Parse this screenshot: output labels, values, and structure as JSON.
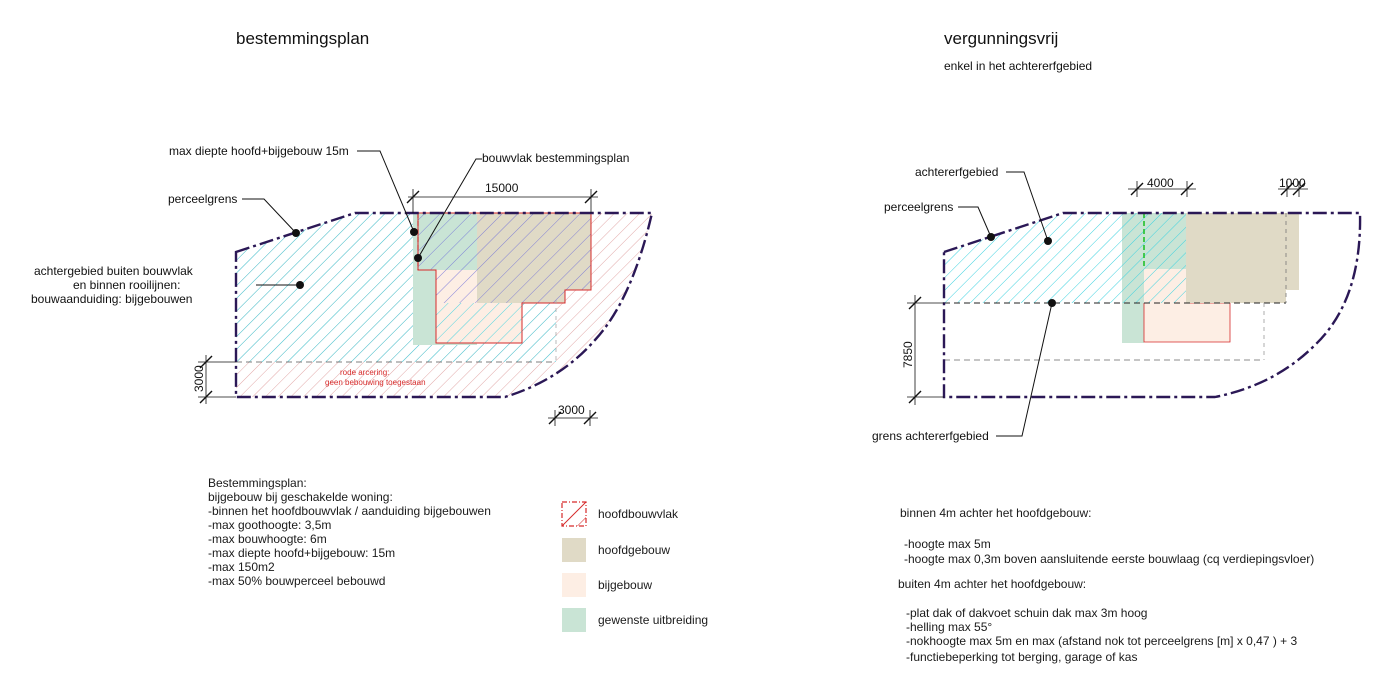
{
  "left": {
    "title": "bestemmingsplan",
    "labels": {
      "max_depth": "max diepte hoofd+bijgebouw 15m",
      "bouwvlak": "bouwvlak bestemmingsplan",
      "perceelgrens": "perceelgrens",
      "achtergebied_1": "achtergebied buiten bouwvlak",
      "achtergebied_2": "en binnen rooilijnen:",
      "achtergebied_3": "bouwaanduiding: bijgebouwen"
    },
    "dimensions": {
      "top": "15000",
      "left": "3000",
      "bottom": "3000"
    },
    "red_note_1": "rode arcering:",
    "red_note_2": "geen bebouwing toegestaan",
    "rules": [
      "Bestemmingsplan:",
      "bijgebouw bij geschakelde woning:",
      "-binnen het hoofdbouwvlak / aanduiding bijgebouwen",
      "-max goothoogte: 3,5m",
      "-max bouwhoogte: 6m",
      "-max diepte hoofd+bijgebouw: 15m",
      "-max 150m2",
      "-max 50% bouwperceel bebouwd"
    ]
  },
  "legend": [
    {
      "label": "hoofdbouwvlak",
      "kind": "outline-hatch",
      "color": "#d62a2a"
    },
    {
      "label": "hoofdgebouw",
      "kind": "fill",
      "color": "#e0dac6"
    },
    {
      "label": "bijgebouw",
      "kind": "fill",
      "color": "#fdeee4"
    },
    {
      "label": "gewenste uitbreiding",
      "kind": "fill",
      "color": "#c9e4d5"
    }
  ],
  "right": {
    "title": "vergunningsvrij",
    "subtitle": "enkel in het achtererfgebied",
    "labels": {
      "achtererfgebied": "achtererfgebied",
      "perceelgrens": "perceelgrens",
      "grens": "grens achtererfgebied"
    },
    "dimensions": {
      "a": "4000",
      "b": "1000",
      "c": "7850"
    },
    "within_heading": "binnen 4m achter het hoofdgebouw:",
    "within": [
      "-hoogte max 5m",
      "-hoogte max 0,3m boven aansluitende eerste bouwlaag (cq verdiepingsvloer)"
    ],
    "outside_heading": "buiten 4m achter het hoofdgebouw:",
    "outside": [
      "-plat dak of dakvoet schuin dak max 3m hoog",
      "-helling max 55°",
      "-nokhoogte max 5m en max (afstand nok tot perceelgrens [m] x 0,47 ) + 3",
      "-functiebeperking tot berging, garage of kas"
    ]
  },
  "colors": {
    "cyan_hatch": "#3fd3e0",
    "red_hatch": "#e2a8a8",
    "blue_hatch": "#6a6ad8",
    "boundary": "#2b1856",
    "main_building": "#e0dac6",
    "annex": "#fdeee4",
    "extension": "#c9e4d5"
  }
}
